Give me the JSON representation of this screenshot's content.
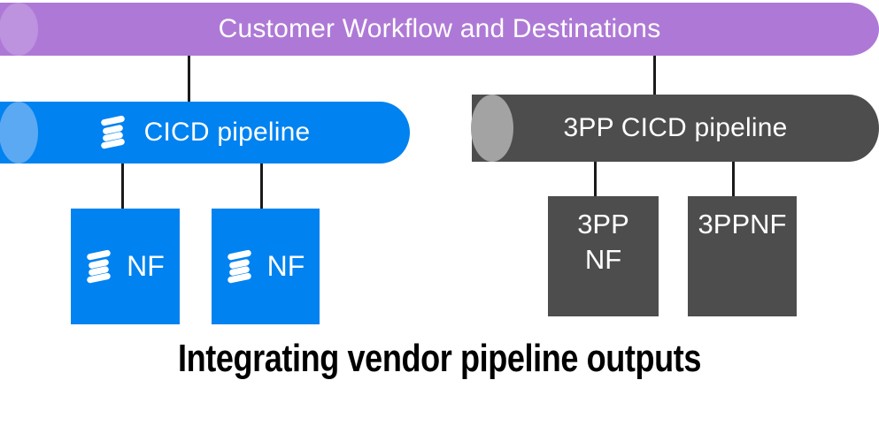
{
  "diagram": {
    "caption": "Integrating vendor pipeline outputs",
    "colors": {
      "purple": "#AE79D6",
      "purple_cap": "#BD92DE",
      "blue": "#0082F0",
      "blue_cap": "#5AA9F2",
      "gray": "#4D4D4D",
      "gray_cap": "#A3A3A3",
      "connector": "#1A1A1A",
      "text_on_fill": "#FFFFFF",
      "caption_text": "#000000",
      "background": "#FFFFFF"
    },
    "top_bar": {
      "label": "Customer Workflow and Destinations",
      "shape": "cylinder",
      "fill": "#AE79D6"
    },
    "pipelines": [
      {
        "id": "cicd-pipeline",
        "label": "CICD pipeline",
        "shape": "cylinder",
        "fill": "#0082F0",
        "icon": "ericsson-logo-icon",
        "has_vendor_logo": true
      },
      {
        "id": "3pp-cicd-pipeline",
        "label": "3PP CICD pipeline",
        "shape": "cylinder",
        "fill": "#4D4D4D",
        "icon": "",
        "has_vendor_logo": false
      }
    ],
    "nodes": [
      {
        "id": "nf-1",
        "label": "NF",
        "fill": "#0082F0",
        "icon": "ericsson-logo-icon",
        "has_vendor_logo": true,
        "parent": "cicd-pipeline"
      },
      {
        "id": "nf-2",
        "label": "NF",
        "fill": "#0082F0",
        "icon": "ericsson-logo-icon",
        "has_vendor_logo": true,
        "parent": "cicd-pipeline"
      },
      {
        "id": "3pp-nf",
        "label": "3PP\nNF",
        "fill": "#4D4D4D",
        "icon": "",
        "has_vendor_logo": false,
        "parent": "3pp-cicd-pipeline"
      },
      {
        "id": "3ppnf",
        "label": "3PPNF",
        "fill": "#4D4D4D",
        "icon": "",
        "has_vendor_logo": false,
        "parent": "3pp-cicd-pipeline"
      }
    ],
    "connectors": [
      {
        "id": "top-to-cicd",
        "from": "top-bar",
        "to": "cicd-pipeline"
      },
      {
        "id": "top-to-3pp",
        "from": "top-bar",
        "to": "3pp-cicd-pipeline"
      },
      {
        "id": "cicd-to-nf-1",
        "from": "cicd-pipeline",
        "to": "nf-1"
      },
      {
        "id": "cicd-to-nf-2",
        "from": "cicd-pipeline",
        "to": "nf-2"
      },
      {
        "id": "3pp-to-3pp-nf",
        "from": "3pp-cicd-pipeline",
        "to": "3pp-nf"
      },
      {
        "id": "3pp-to-3ppnf",
        "from": "3pp-cicd-pipeline",
        "to": "3ppnf"
      }
    ]
  }
}
